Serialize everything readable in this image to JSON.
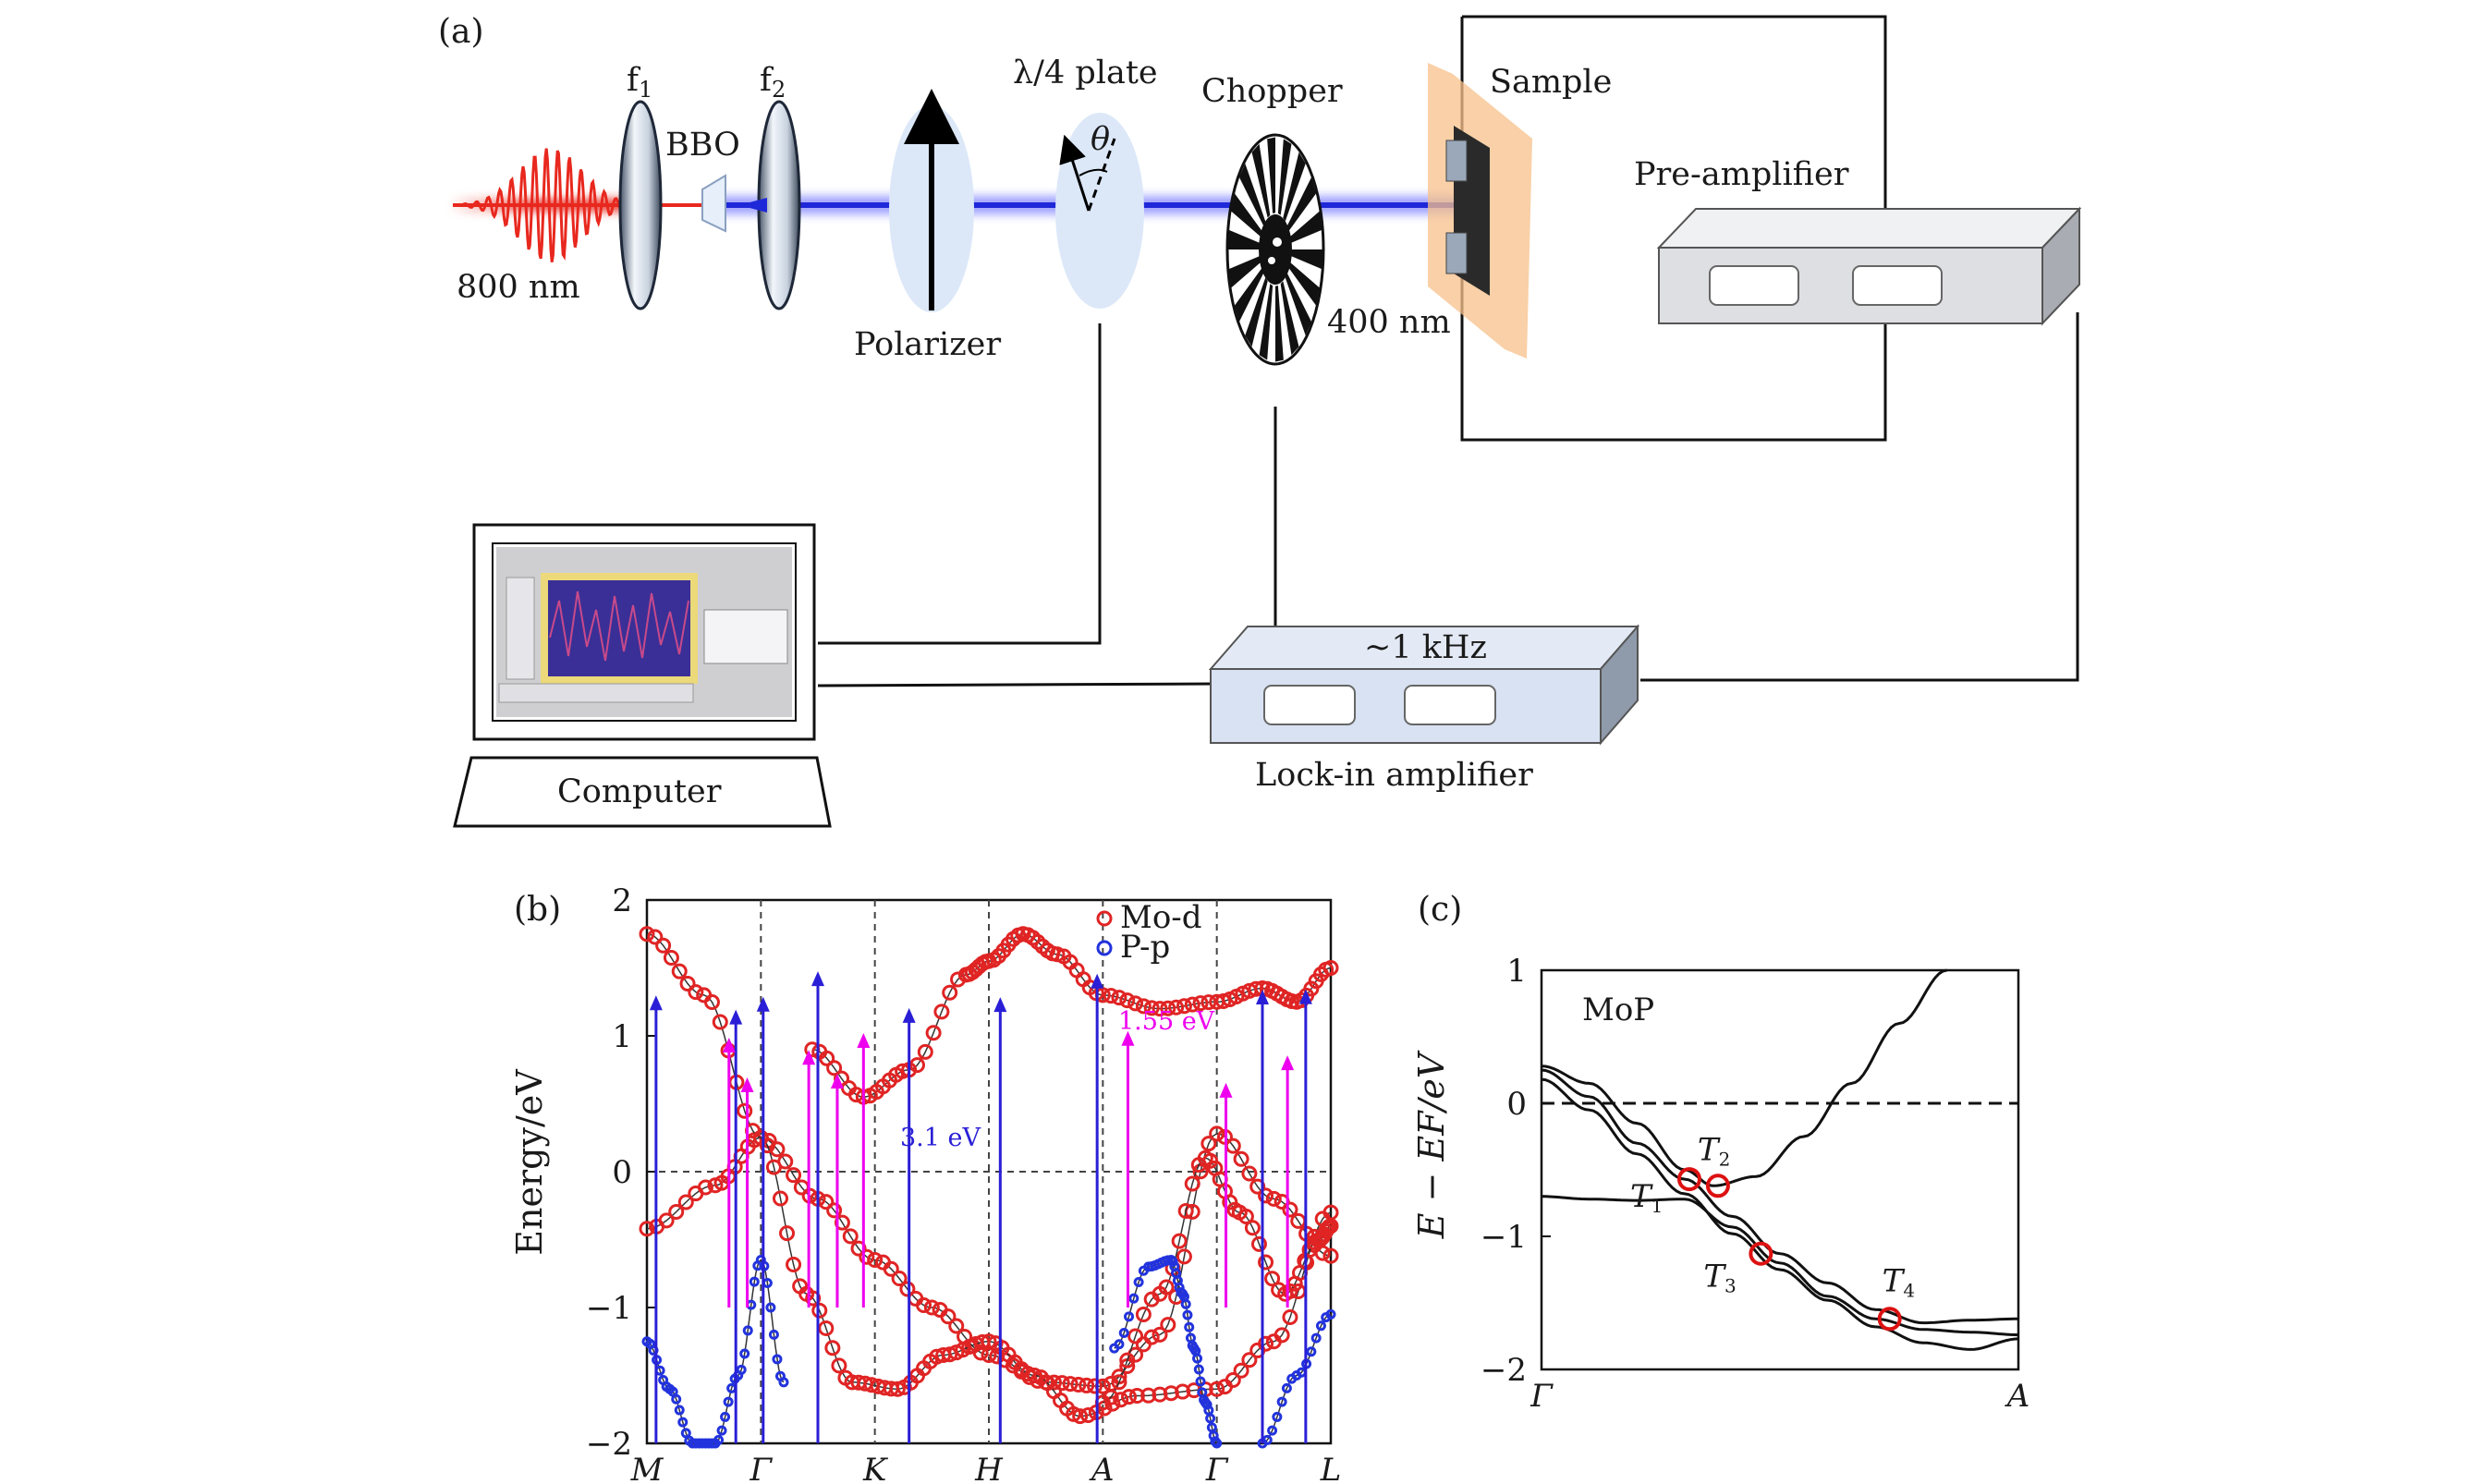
{
  "panel_a": {
    "panel_label": "(a)",
    "laser_label": "800 nm",
    "lens1_label": "f1",
    "lens2_label": "f2",
    "bbo_label": "BBO",
    "polarizer_label": "Polarizer",
    "waveplate_label": "λ/4 plate",
    "angle_label": "θ",
    "chopper_label": "Chopper",
    "beam_label": "400 nm",
    "sample_label": "Sample",
    "preamp_label": "Pre-amplifier",
    "computer_label": "Computer",
    "lockin_label": "Lock-in amplifier",
    "frequency_label": "~1 kHz",
    "colors": {
      "red_pulse": "#e8281e",
      "blue_beam": "#1f28d8",
      "optic_fill": "#dce8f8",
      "sample_orange": "#f7c08a",
      "device_fill": "#e6e8ec",
      "lockin_fill": "#d8e2f2"
    }
  },
  "panel_b": {
    "panel_label": "(b)",
    "ylabel": "Energy/eV",
    "legend": [
      "Mo-d",
      "P-p"
    ],
    "annotations": {
      "red_arrow_energy": "1.55 eV",
      "blue_arrow_energy": "3.1 eV"
    },
    "colors": {
      "mo_d": "#e02424",
      "p_p": "#2233dd",
      "pink_arrow": "#ee00ee",
      "blue_arrow": "#2a1fd6"
    },
    "chart_data": {
      "type": "line",
      "xticks": [
        "M",
        "Γ",
        "K",
        "H",
        "A",
        "Γ",
        "L"
      ],
      "ylim": [
        -2,
        2
      ],
      "yticks": [
        -2,
        -1,
        0,
        1,
        2
      ],
      "grid": "dashed verticals at high-symmetry points, dashed line at 0 eV",
      "series": [
        {
          "name": "Mo-d",
          "x": [
            0,
            0.6,
            1,
            1.5,
            2,
            2.5,
            3,
            3.5,
            4,
            4.5,
            5,
            5.5,
            6
          ],
          "y": [
            -0.42,
            -0.1,
            0.25,
            -0.2,
            -0.65,
            -1.0,
            -1.35,
            -1.55,
            -1.58,
            -1.2,
            0.28,
            -0.2,
            -0.62
          ]
        },
        {
          "name": "Mo-d",
          "x": [
            0,
            0.5,
            1,
            1.4,
            1.8,
            2.2,
            2.6,
            3.0,
            3.4,
            3.8,
            4.3,
            5,
            5.5,
            6
          ],
          "y": [
            1.75,
            1.3,
            0.25,
            -0.9,
            -1.55,
            -1.6,
            -1.35,
            -1.25,
            -1.5,
            -1.8,
            -1.65,
            -1.6,
            -1.25,
            -0.3
          ]
        },
        {
          "name": "Mo-d",
          "x": [
            1.45,
            1.9,
            2.3,
            2.8,
            3.0,
            3.3,
            3.6,
            4.0,
            4.5,
            5,
            5.4,
            5.7,
            6
          ],
          "y": [
            0.9,
            0.55,
            0.75,
            1.45,
            1.55,
            1.75,
            1.6,
            1.3,
            1.2,
            1.25,
            1.35,
            1.25,
            1.5
          ]
        },
        {
          "name": "Mo-d",
          "x": [
            4,
            4.5,
            4.9,
            5.2,
            5.6,
            5.9,
            6
          ],
          "y": [
            -1.7,
            -0.9,
            0.1,
            -0.3,
            -0.9,
            -0.5,
            -0.4
          ]
        },
        {
          "name": "P-p",
          "x": [
            0,
            0.2,
            0.4,
            0.6,
            0.8,
            1.0,
            1.2
          ],
          "y": [
            -1.25,
            -1.6,
            -2.0,
            -2.0,
            -1.5,
            -0.65,
            -1.55
          ]
        },
        {
          "name": "P-p",
          "x": [
            4.1,
            4.4,
            4.6,
            4.7,
            4.8,
            4.9,
            5.0
          ],
          "y": [
            -1.3,
            -0.7,
            -0.65,
            -0.9,
            -1.3,
            -1.7,
            -2.0
          ]
        },
        {
          "name": "P-p",
          "x": [
            5.4,
            5.7,
            6.0
          ],
          "y": [
            -2.0,
            -1.5,
            -1.05
          ]
        }
      ],
      "transitions_3p1eV": [
        0.08,
        0.78,
        1.02,
        1.5,
        2.3,
        3.1,
        3.95,
        5.4,
        5.78
      ],
      "transitions_1p55eV": [
        0.72,
        0.88,
        1.42,
        1.67,
        1.9,
        4.22,
        5.08,
        5.62
      ]
    }
  },
  "panel_c": {
    "panel_label": "(c)",
    "material_label": "MoP",
    "ylabel": "E − EF/eV",
    "point_labels": [
      "T1",
      "T2",
      "T3",
      "T4"
    ],
    "colors": {
      "band": "#111111",
      "marker": "#dd1111"
    },
    "chart_data": {
      "type": "line",
      "xticks": [
        "Γ",
        "A"
      ],
      "ylim": [
        -2,
        1
      ],
      "yticks": [
        -2,
        -1,
        0,
        1
      ],
      "reference_line": 0,
      "series": [
        {
          "x": [
            0,
            0.1,
            0.2,
            0.3,
            0.36,
            0.45,
            0.55,
            0.65,
            0.75,
            0.85
          ],
          "y": [
            0.28,
            0.15,
            -0.15,
            -0.5,
            -0.62,
            -0.55,
            -0.25,
            0.15,
            0.6,
            1.0
          ]
        },
        {
          "x": [
            0,
            0.1,
            0.2,
            0.3,
            0.4,
            0.5,
            0.6,
            0.7,
            0.8,
            0.9,
            1.0
          ],
          "y": [
            0.25,
            0.05,
            -0.3,
            -0.57,
            -0.85,
            -1.13,
            -1.35,
            -1.55,
            -1.65,
            -1.63,
            -1.62
          ]
        },
        {
          "x": [
            0,
            0.1,
            0.2,
            0.3,
            0.4,
            0.5,
            0.6,
            0.7,
            0.8,
            0.9,
            1.0
          ],
          "y": [
            0.18,
            -0.05,
            -0.38,
            -0.68,
            -0.98,
            -1.25,
            -1.48,
            -1.68,
            -1.8,
            -1.85,
            -1.77
          ]
        },
        {
          "x": [
            0,
            0.1,
            0.2,
            0.3,
            0.4,
            0.5,
            0.6,
            0.7,
            0.8,
            0.9,
            1.0
          ],
          "y": [
            -0.7,
            -0.72,
            -0.73,
            -0.72,
            -0.93,
            -1.2,
            -1.45,
            -1.62,
            -1.7,
            -1.72,
            -1.74
          ]
        }
      ],
      "markers": [
        {
          "label": "T1",
          "x": 0.31,
          "y": -0.57
        },
        {
          "label": "T2",
          "x": 0.37,
          "y": -0.62
        },
        {
          "label": "T3",
          "x": 0.46,
          "y": -1.13
        },
        {
          "label": "T4",
          "x": 0.73,
          "y": -1.62
        }
      ]
    }
  }
}
